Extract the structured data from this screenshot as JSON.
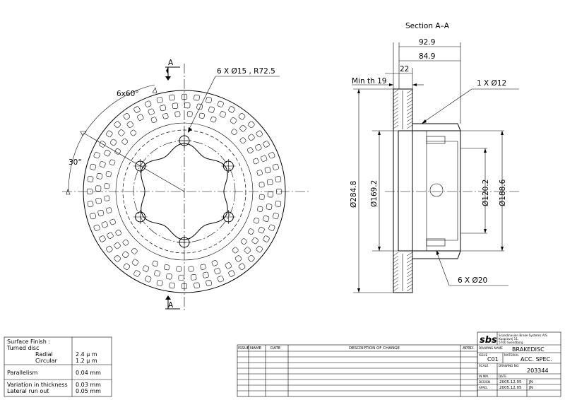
{
  "drawing": {
    "section_title": "Section A–A",
    "cut_label_top": "A",
    "cut_label_bottom": "A",
    "angle_main": "6x60°",
    "angle_offset": "30°",
    "bolt_note": "6 X Ø15 , R72.5",
    "min_thickness": "Min th 19",
    "dim_overall": "92.9",
    "dim_hat": "84.9",
    "dim_disc": "22",
    "hole_note": "1 X Ø12",
    "vent_note": "6 X Ø20",
    "dia_outer": "Ø284.8",
    "dia_hat": "Ø169.2",
    "dia_pilot": "Ø120.2",
    "dia_inner_flange": "Ø188.6"
  },
  "spec_table": {
    "surface_finish": "Surface Finish :",
    "turned_disc": "Turned disc",
    "radial_label": "Radial",
    "radial_value": "2.4 μ m",
    "circular_label": "Circular",
    "circular_value": "1.2 μ m",
    "parallelism_label": "Parallelism",
    "parallelism_value": "0.04 mm",
    "thickness_label": "Variation in thickness",
    "thickness_value": "0.03 mm",
    "runout_label": "Lateral run out",
    "runout_value": "0.05 mm"
  },
  "revision_table": {
    "col_issue": "ISSUE",
    "col_name": "NAME",
    "col_date": "DATE",
    "col_description": "DESCRIPTION OF CHANGE",
    "col_apprd": "APRD."
  },
  "title_block": {
    "logo": "sbs",
    "company_line1": "Scandinavian Brake Systems A/S",
    "company_line2": "Kuopiovej 11,",
    "company_line3": "5700 Svendborg",
    "drawing_name_label": "DRAWING NAME",
    "drawing_name": "BRAKEDISC",
    "issue_label": "ISSUE",
    "issue_value": "C01",
    "material_label": "MATERIAL",
    "material_value": "ACC. SPEC.",
    "scale_label": "SCALE",
    "drawing_no_label": "DRAWING NO.",
    "drawing_no": "203344",
    "in_mm_label": "IN  MM.",
    "date_label": "DATE",
    "design_label": "DESIGN",
    "design_date": "2005.12.05",
    "design_name": "JN",
    "apprd_label": "APRD.",
    "apprd_date": "2005.12.05",
    "apprd_name": "JN"
  }
}
